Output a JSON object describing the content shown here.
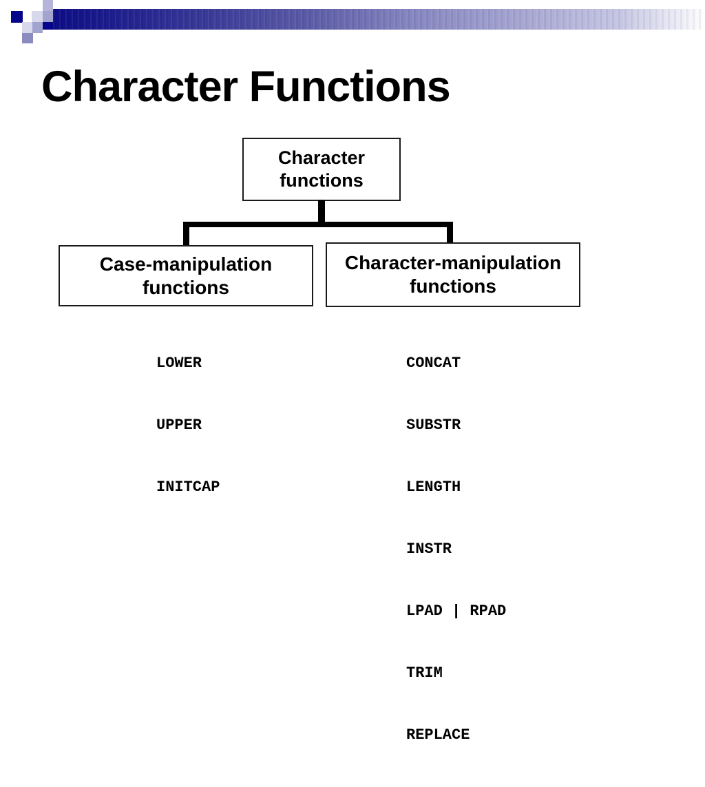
{
  "slide": {
    "title": "Character Functions"
  },
  "decoration": {
    "colors": {
      "bar_dark_navy": "#0d0d87",
      "bar_fade_end": "#ffffff",
      "square_dark": "#05058c",
      "square_light": "#d8d8ec",
      "square_medium": "#a3a3cf",
      "square_medium_dark": "#8b8bc0",
      "square_top": "#b5b5da"
    }
  },
  "diagram": {
    "root": {
      "line1": "Character",
      "line2": "functions"
    },
    "children": [
      {
        "line1": "Case-manipulation",
        "line2": "functions",
        "functions": [
          "LOWER",
          "UPPER",
          "INITCAP"
        ]
      },
      {
        "line1": "Character-manipulation",
        "line2": "functions",
        "functions": [
          "CONCAT",
          "SUBSTR",
          "LENGTH",
          "INSTR",
          "LPAD | RPAD",
          "TRIM",
          "REPLACE"
        ]
      }
    ]
  }
}
